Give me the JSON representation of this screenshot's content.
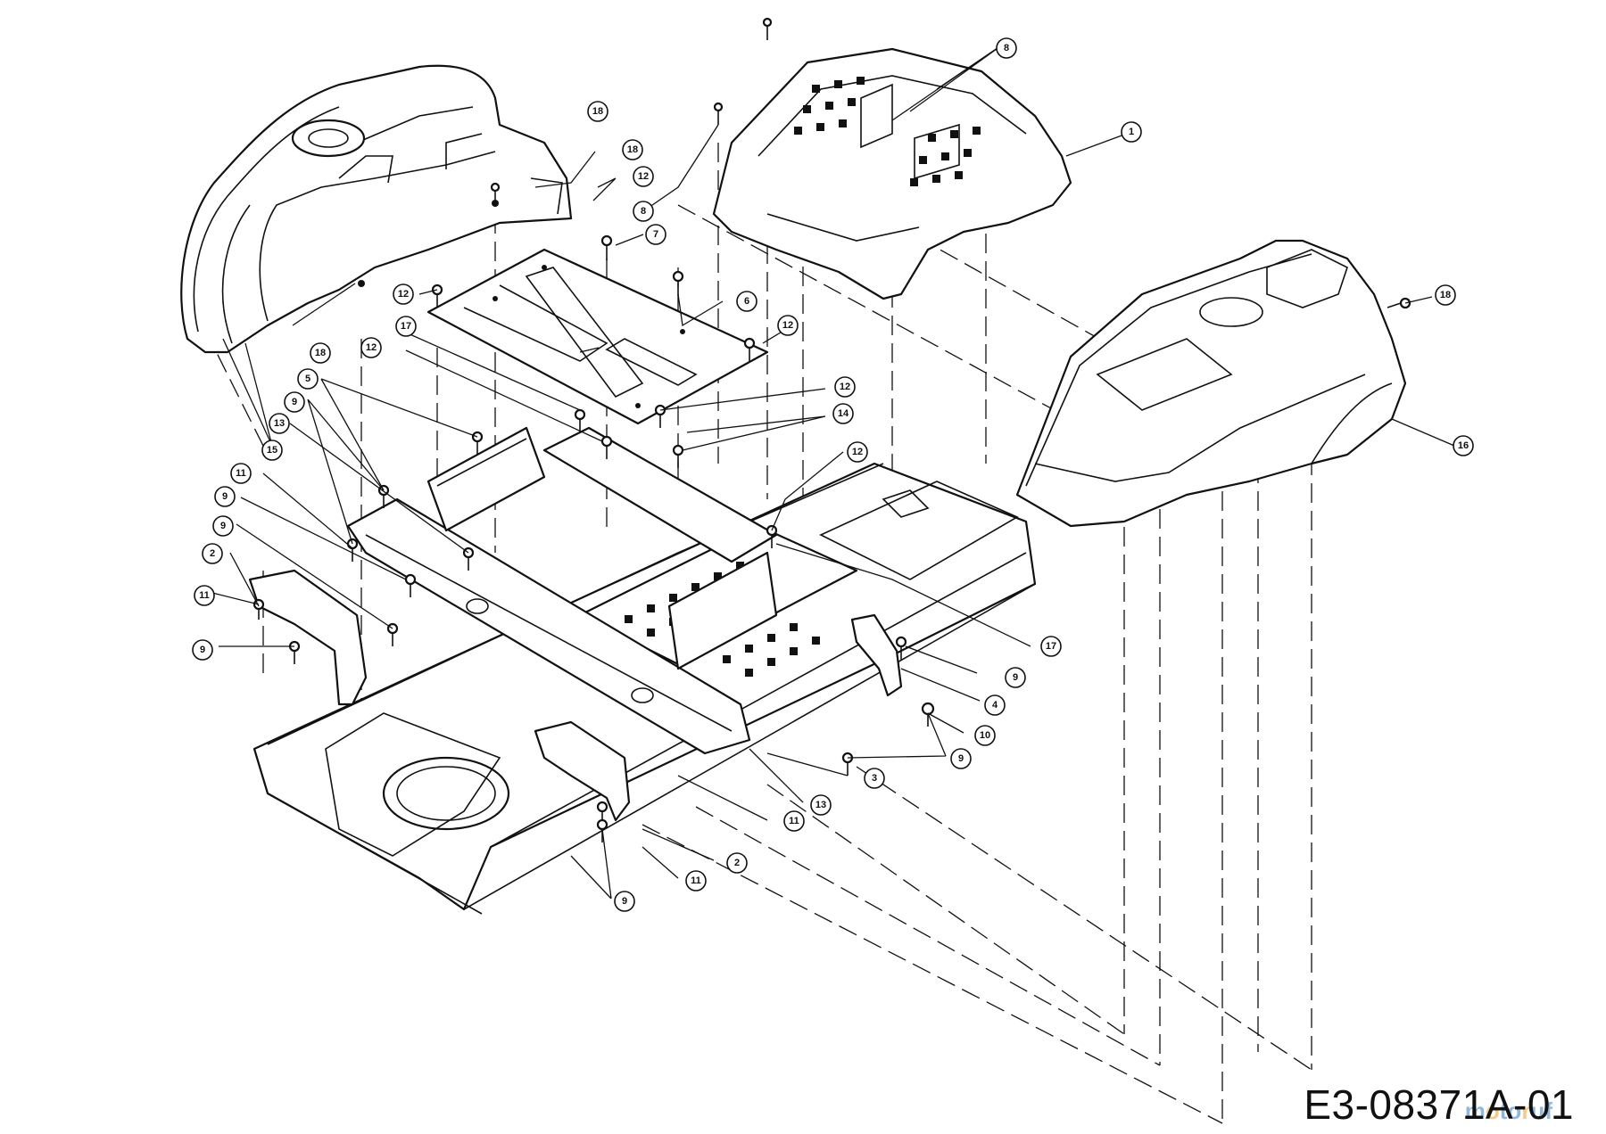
{
  "drawing_id": "E3-08371A-01",
  "watermark": "motoruf",
  "callouts": [
    {
      "id": "c1",
      "label": "1"
    },
    {
      "id": "c2a",
      "label": "2"
    },
    {
      "id": "c2b",
      "label": "2"
    },
    {
      "id": "c3",
      "label": "3"
    },
    {
      "id": "c4",
      "label": "4"
    },
    {
      "id": "c5",
      "label": "5"
    },
    {
      "id": "c6",
      "label": "6"
    },
    {
      "id": "c7",
      "label": "7"
    },
    {
      "id": "c8a",
      "label": "8"
    },
    {
      "id": "c8b",
      "label": "8"
    },
    {
      "id": "c9a",
      "label": "9"
    },
    {
      "id": "c9b",
      "label": "9"
    },
    {
      "id": "c9c",
      "label": "9"
    },
    {
      "id": "c9d",
      "label": "9"
    },
    {
      "id": "c9e",
      "label": "9"
    },
    {
      "id": "c9f",
      "label": "9"
    },
    {
      "id": "c9g",
      "label": "9"
    },
    {
      "id": "c10",
      "label": "10"
    },
    {
      "id": "c11a",
      "label": "11"
    },
    {
      "id": "c11b",
      "label": "11"
    },
    {
      "id": "c11c",
      "label": "11"
    },
    {
      "id": "c11d",
      "label": "11"
    },
    {
      "id": "c12a",
      "label": "12"
    },
    {
      "id": "c12b",
      "label": "12"
    },
    {
      "id": "c12c",
      "label": "12"
    },
    {
      "id": "c12d",
      "label": "12"
    },
    {
      "id": "c12e",
      "label": "12"
    },
    {
      "id": "c12f",
      "label": "12"
    },
    {
      "id": "c13a",
      "label": "13"
    },
    {
      "id": "c13b",
      "label": "13"
    },
    {
      "id": "c14",
      "label": "14"
    },
    {
      "id": "c15",
      "label": "15"
    },
    {
      "id": "c16",
      "label": "16"
    },
    {
      "id": "c17a",
      "label": "17"
    },
    {
      "id": "c17b",
      "label": "17"
    },
    {
      "id": "c18a",
      "label": "18"
    },
    {
      "id": "c18b",
      "label": "18"
    },
    {
      "id": "c18c",
      "label": "18"
    },
    {
      "id": "c18d",
      "label": "18"
    }
  ]
}
